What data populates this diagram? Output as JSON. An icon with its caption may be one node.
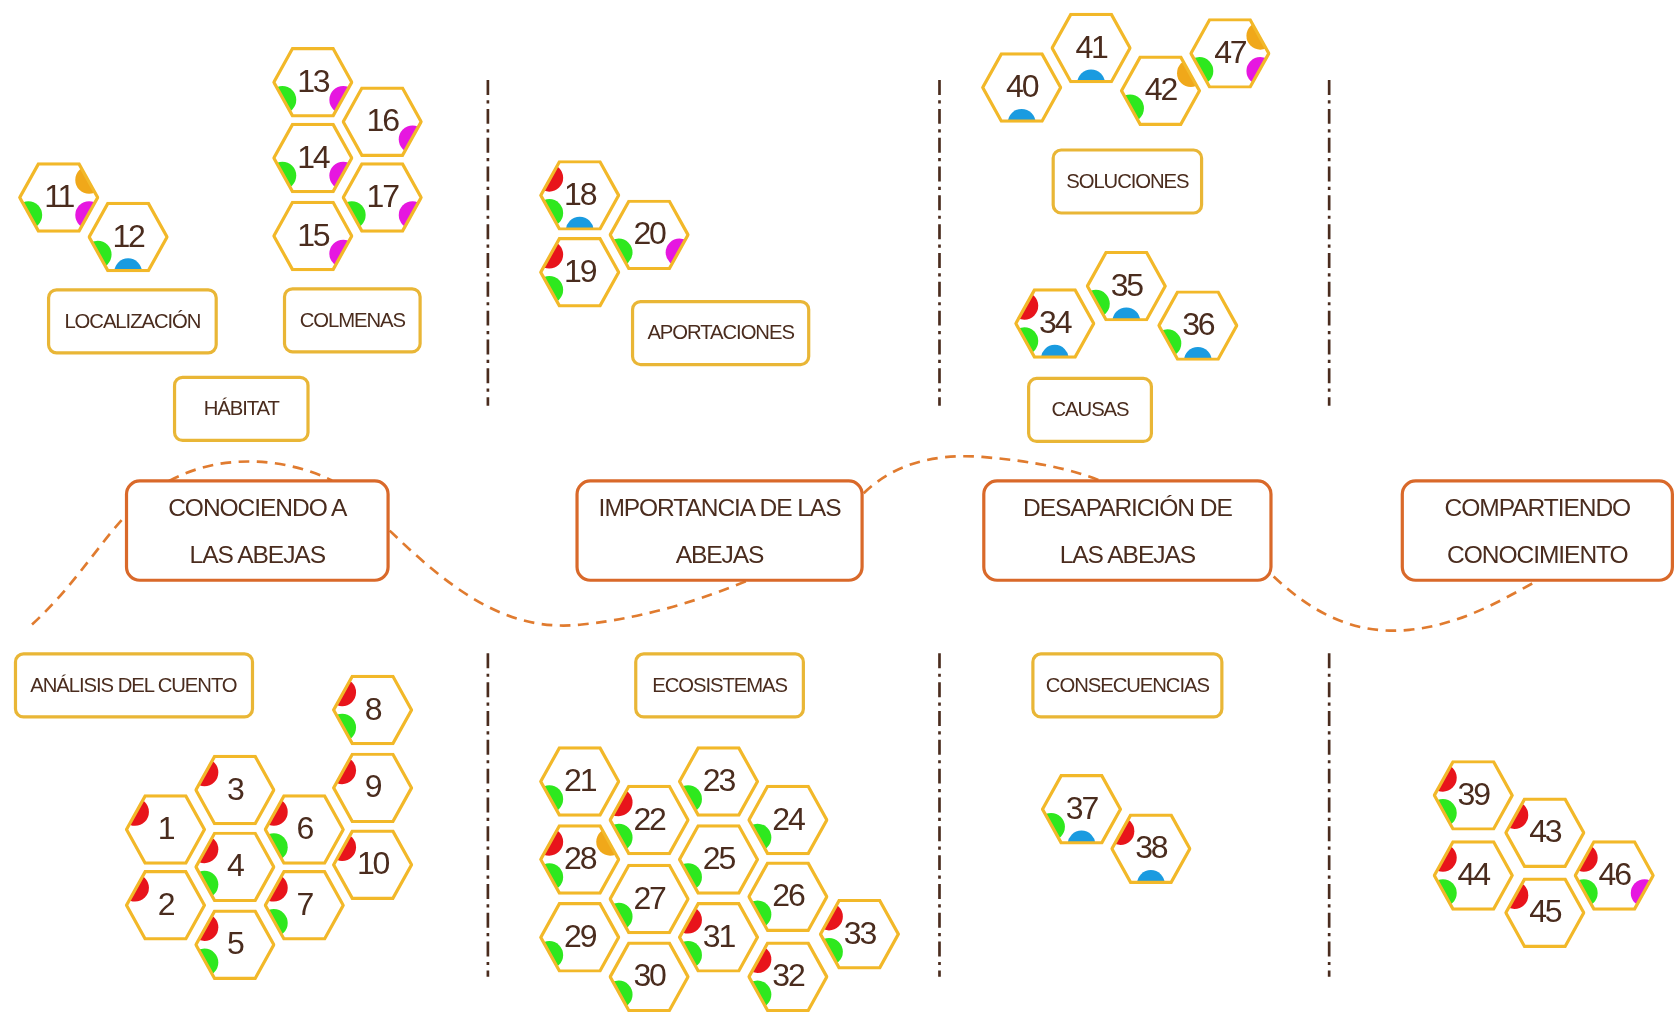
{
  "diagram": {
    "nodes": [
      {
        "text": [
          "CONOCIENDO A LAS ABEJAS"
        ]
      },
      {
        "text": [
          "IMPORTANCIA DE LAS ABEJAS"
        ]
      },
      {
        "text": [
          "DESAPARICIÓN DE LAS ABEJAS"
        ]
      },
      {
        "text": [
          "COMPARTIENDO CONOCIMIENTO"
        ]
      },
      {
        "text": [
          "LOCALIZACIÓN"
        ]
      },
      {
        "text": [
          "COLMENAS"
        ]
      },
      {
        "text": [
          "HÁBITAT"
        ]
      },
      {
        "text": [
          "APORTACIONES"
        ]
      },
      {
        "text": [
          "SOLUCIONES"
        ]
      },
      {
        "text": [
          "CAUSAS"
        ]
      },
      {
        "text": [
          "ANÁLISIS DEL CUENTO"
        ]
      },
      {
        "text": [
          "ECOSISTEMAS"
        ]
      },
      {
        "text": [
          "CONSECUENCIAS"
        ]
      },
      {
        "text": [
          "1"
        ]
      },
      {
        "text": [
          "2"
        ]
      },
      {
        "text": [
          "3"
        ]
      },
      {
        "text": [
          "4"
        ]
      },
      {
        "text": [
          "5"
        ]
      },
      {
        "text": [
          "6"
        ]
      },
      {
        "text": [
          "7"
        ]
      },
      {
        "text": [
          "8"
        ]
      },
      {
        "text": [
          "9"
        ]
      },
      {
        "text": [
          "10"
        ]
      },
      {
        "text": [
          "11"
        ]
      },
      {
        "text": [
          "12"
        ]
      },
      {
        "text": [
          "13"
        ]
      },
      {
        "text": [
          "14"
        ]
      },
      {
        "text": [
          "15"
        ]
      },
      {
        "text": [
          "16"
        ]
      },
      {
        "text": [
          "17"
        ]
      },
      {
        "text": [
          "18"
        ]
      },
      {
        "text": [
          "19"
        ]
      },
      {
        "text": [
          "20"
        ]
      },
      {
        "text": [
          "21"
        ]
      },
      {
        "text": [
          "22"
        ]
      },
      {
        "text": [
          "23"
        ]
      },
      {
        "text": [
          "24"
        ]
      },
      {
        "text": [
          "25"
        ]
      },
      {
        "text": [
          "26"
        ]
      },
      {
        "text": [
          "27"
        ]
      },
      {
        "text": [
          "28"
        ]
      },
      {
        "text": [
          "29"
        ]
      },
      {
        "text": [
          "30"
        ]
      },
      {
        "text": [
          "31"
        ]
      },
      {
        "text": [
          "32"
        ]
      },
      {
        "text": [
          "33"
        ]
      },
      {
        "text": [
          "34"
        ]
      },
      {
        "text": [
          "35"
        ]
      },
      {
        "text": [
          "36"
        ]
      },
      {
        "text": [
          "37"
        ]
      },
      {
        "text": [
          "38"
        ]
      },
      {
        "text": [
          "39"
        ]
      },
      {
        "text": [
          "40"
        ]
      },
      {
        "text": [
          "41"
        ]
      },
      {
        "text": [
          "42"
        ]
      },
      {
        "text": [
          "43"
        ]
      },
      {
        "text": [
          "44"
        ]
      },
      {
        "text": [
          "45"
        ]
      },
      {
        "text": [
          "46"
        ]
      },
      {
        "text": [
          "47"
        ]
      }
    ],
    "edges": [
      {
        "from": null,
        "to": 0,
        "arrow": "none",
        "style": "dashed"
      },
      {
        "from": 0,
        "to": 1,
        "arrow": "none",
        "style": "dashed"
      },
      {
        "from": 1,
        "to": 2,
        "arrow": "none",
        "style": "dashed"
      },
      {
        "from": 2,
        "to": 3,
        "arrow": "none",
        "style": "dashed"
      }
    ]
  }
}
